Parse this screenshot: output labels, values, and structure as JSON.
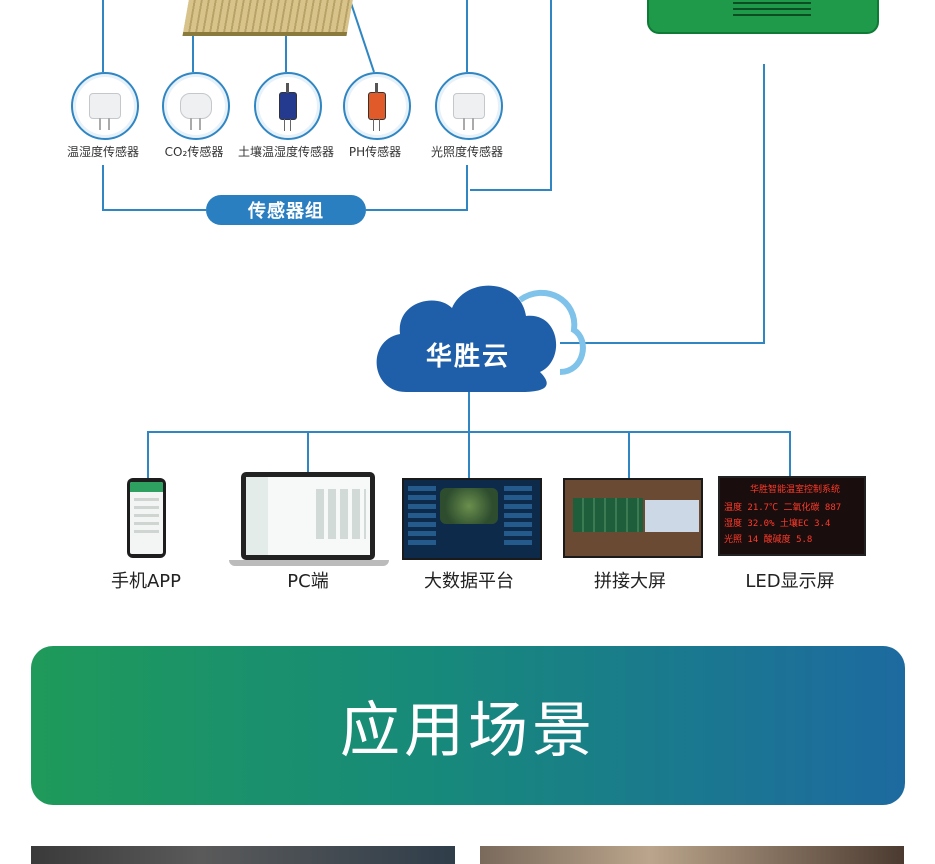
{
  "sensor_group": {
    "label": "传感器组",
    "sensors": [
      {
        "label": "温湿度传感器",
        "icon": "enclosure-sensor-icon"
      },
      {
        "label": "CO₂传感器",
        "icon": "co2-sensor-icon"
      },
      {
        "label": "土壤温湿度传感器",
        "icon": "soil-probe-icon"
      },
      {
        "label": "PH传感器",
        "icon": "ph-probe-icon"
      },
      {
        "label": "光照度传感器",
        "icon": "light-sensor-icon"
      }
    ]
  },
  "cloud": {
    "label": "华胜云",
    "icon": "cloud-icon"
  },
  "endpoints": [
    {
      "label": "手机APP",
      "icon": "phone-icon"
    },
    {
      "label": "PC端",
      "icon": "laptop-icon"
    },
    {
      "label": "大数据平台",
      "icon": "big-data-screen-icon"
    },
    {
      "label": "拼接大屏",
      "icon": "video-wall-icon"
    },
    {
      "label": "LED显示屏",
      "icon": "led-board-icon"
    }
  ],
  "led_board": {
    "title": "华胜智能温室控制系统",
    "rows": [
      "温度 21.7℃  二氧化碳 887",
      "湿度 32.0%  土壤EC 3.4",
      "光照 14    酸碱度 5.8"
    ]
  },
  "banner": {
    "title": "应用场景"
  },
  "colors": {
    "line": "#2f86c3",
    "pill": "#2a7fc1",
    "cloud": "#1f5ea8",
    "banner_start": "#1f9a5a",
    "banner_end": "#1d6aa0"
  }
}
